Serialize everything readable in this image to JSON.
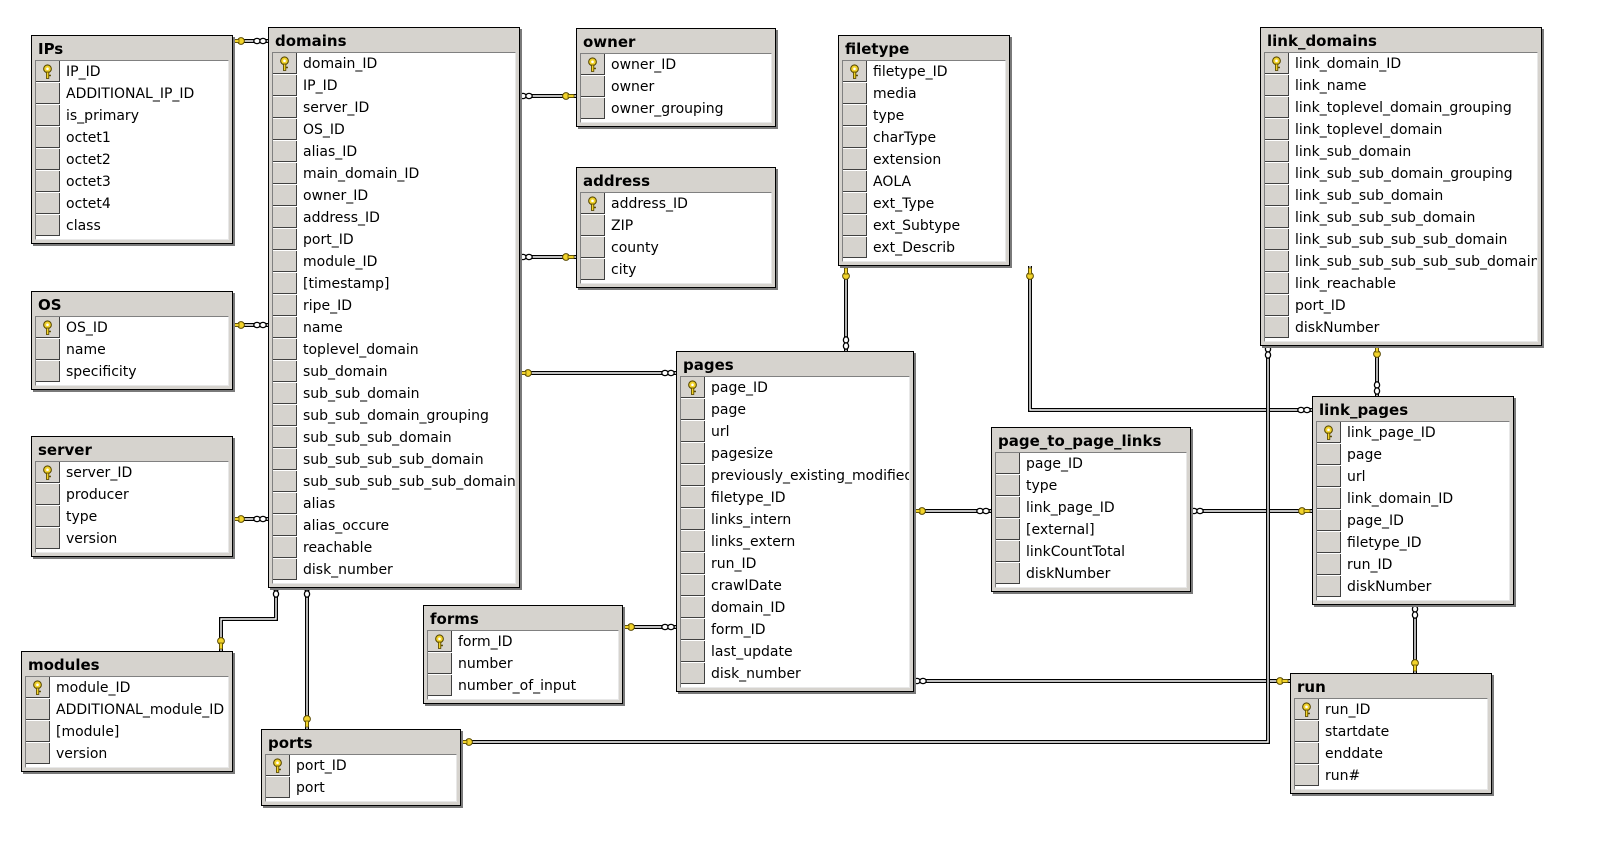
{
  "tables": [
    {
      "id": "ips",
      "title": "IPs",
      "fields": [
        {
          "name": "IP_ID",
          "pk": true
        },
        {
          "name": "ADDITIONAL_IP_ID"
        },
        {
          "name": "is_primary"
        },
        {
          "name": "octet1"
        },
        {
          "name": "octet2"
        },
        {
          "name": "octet3"
        },
        {
          "name": "octet4"
        },
        {
          "name": "class"
        }
      ]
    },
    {
      "id": "os",
      "title": "OS",
      "fields": [
        {
          "name": "OS_ID",
          "pk": true
        },
        {
          "name": "name"
        },
        {
          "name": "specificity"
        }
      ]
    },
    {
      "id": "server",
      "title": "server",
      "fields": [
        {
          "name": "server_ID",
          "pk": true
        },
        {
          "name": "producer"
        },
        {
          "name": "type"
        },
        {
          "name": "version"
        }
      ]
    },
    {
      "id": "modules",
      "title": "modules",
      "fields": [
        {
          "name": "module_ID",
          "pk": true
        },
        {
          "name": "ADDITIONAL_module_ID"
        },
        {
          "name": "[module]"
        },
        {
          "name": "version"
        }
      ]
    },
    {
      "id": "domains",
      "title": "domains",
      "fields": [
        {
          "name": "domain_ID",
          "pk": true
        },
        {
          "name": "IP_ID"
        },
        {
          "name": "server_ID"
        },
        {
          "name": "OS_ID"
        },
        {
          "name": "alias_ID"
        },
        {
          "name": "main_domain_ID"
        },
        {
          "name": "owner_ID"
        },
        {
          "name": "address_ID"
        },
        {
          "name": "port_ID"
        },
        {
          "name": "module_ID"
        },
        {
          "name": "[timestamp]"
        },
        {
          "name": "ripe_ID"
        },
        {
          "name": "name"
        },
        {
          "name": "toplevel_domain"
        },
        {
          "name": "sub_domain"
        },
        {
          "name": "sub_sub_domain"
        },
        {
          "name": "sub_sub_domain_grouping"
        },
        {
          "name": "sub_sub_sub_domain"
        },
        {
          "name": "sub_sub_sub_sub_domain"
        },
        {
          "name": "sub_sub_sub_sub_sub_domain"
        },
        {
          "name": "alias"
        },
        {
          "name": "alias_occure"
        },
        {
          "name": "reachable"
        },
        {
          "name": "disk_number"
        }
      ]
    },
    {
      "id": "ports",
      "title": "ports",
      "fields": [
        {
          "name": "port_ID",
          "pk": true
        },
        {
          "name": "port"
        }
      ]
    },
    {
      "id": "owner",
      "title": "owner",
      "fields": [
        {
          "name": "owner_ID",
          "pk": true
        },
        {
          "name": "owner"
        },
        {
          "name": "owner_grouping"
        }
      ]
    },
    {
      "id": "address",
      "title": "address",
      "fields": [
        {
          "name": "address_ID",
          "pk": true
        },
        {
          "name": "ZIP"
        },
        {
          "name": "county"
        },
        {
          "name": "city"
        }
      ]
    },
    {
      "id": "forms",
      "title": "forms",
      "fields": [
        {
          "name": "form_ID",
          "pk": true
        },
        {
          "name": "number"
        },
        {
          "name": "number_of_input"
        }
      ]
    },
    {
      "id": "filetype",
      "title": "filetype",
      "fields": [
        {
          "name": "filetype_ID",
          "pk": true
        },
        {
          "name": "media"
        },
        {
          "name": "type"
        },
        {
          "name": "charType"
        },
        {
          "name": "extension"
        },
        {
          "name": "AOLA"
        },
        {
          "name": "ext_Type"
        },
        {
          "name": "ext_Subtype"
        },
        {
          "name": "ext_Describ"
        }
      ]
    },
    {
      "id": "pages",
      "title": "pages",
      "fields": [
        {
          "name": "page_ID",
          "pk": true
        },
        {
          "name": "page"
        },
        {
          "name": "url"
        },
        {
          "name": "pagesize"
        },
        {
          "name": "previously_existing_modified"
        },
        {
          "name": "filetype_ID"
        },
        {
          "name": "links_intern"
        },
        {
          "name": "links_extern"
        },
        {
          "name": "run_ID"
        },
        {
          "name": "crawlDate"
        },
        {
          "name": "domain_ID"
        },
        {
          "name": "form_ID"
        },
        {
          "name": "last_update"
        },
        {
          "name": "disk_number"
        }
      ]
    },
    {
      "id": "page_to_page_links",
      "title": "page_to_page_links",
      "fields": [
        {
          "name": "page_ID"
        },
        {
          "name": "type"
        },
        {
          "name": "link_page_ID"
        },
        {
          "name": "[external]"
        },
        {
          "name": "linkCountTotal"
        },
        {
          "name": "diskNumber"
        }
      ]
    },
    {
      "id": "link_domains",
      "title": "link_domains",
      "fields": [
        {
          "name": "link_domain_ID",
          "pk": true
        },
        {
          "name": "link_name"
        },
        {
          "name": "link_toplevel_domain_grouping"
        },
        {
          "name": "link_toplevel_domain"
        },
        {
          "name": "link_sub_domain"
        },
        {
          "name": "link_sub_sub_domain_grouping"
        },
        {
          "name": "link_sub_sub_domain"
        },
        {
          "name": "link_sub_sub_sub_domain"
        },
        {
          "name": "link_sub_sub_sub_sub_domain"
        },
        {
          "name": "link_sub_sub_sub_sub_sub_domain"
        },
        {
          "name": "link_reachable"
        },
        {
          "name": "port_ID"
        },
        {
          "name": "diskNumber"
        }
      ]
    },
    {
      "id": "link_pages",
      "title": "link_pages",
      "fields": [
        {
          "name": "link_page_ID",
          "pk": true
        },
        {
          "name": "page"
        },
        {
          "name": "url"
        },
        {
          "name": "link_domain_ID"
        },
        {
          "name": "page_ID"
        },
        {
          "name": "filetype_ID"
        },
        {
          "name": "run_ID"
        },
        {
          "name": "diskNumber"
        }
      ]
    },
    {
      "id": "run",
      "title": "run",
      "fields": [
        {
          "name": "run_ID",
          "pk": true
        },
        {
          "name": "startdate"
        },
        {
          "name": "enddate"
        },
        {
          "name": "run#"
        }
      ]
    }
  ],
  "relationships": [
    {
      "id": "ips-domains",
      "from": "ips",
      "to": "domains"
    },
    {
      "id": "os-domains",
      "from": "os",
      "to": "domains"
    },
    {
      "id": "server-domains",
      "from": "server",
      "to": "domains"
    },
    {
      "id": "modules-domains",
      "from": "modules",
      "to": "domains"
    },
    {
      "id": "ports-domains",
      "from": "ports",
      "to": "domains"
    },
    {
      "id": "owner-domains",
      "from": "owner",
      "to": "domains"
    },
    {
      "id": "address-domains",
      "from": "address",
      "to": "domains"
    },
    {
      "id": "domains-pages",
      "from": "domains",
      "to": "pages"
    },
    {
      "id": "filetype-pages",
      "from": "filetype",
      "to": "pages"
    },
    {
      "id": "forms-pages",
      "from": "forms",
      "to": "pages"
    },
    {
      "id": "pages-page_to_page_links",
      "from": "pages",
      "to": "page_to_page_links"
    },
    {
      "id": "link_pages-page_to_page_links",
      "from": "link_pages",
      "to": "page_to_page_links"
    },
    {
      "id": "run-pages",
      "from": "run",
      "to": "pages"
    },
    {
      "id": "filetype-link_pages",
      "from": "filetype",
      "to": "link_pages"
    },
    {
      "id": "link_domains-link_pages",
      "from": "link_domains",
      "to": "link_pages"
    },
    {
      "id": "run-link_pages",
      "from": "run",
      "to": "link_pages"
    },
    {
      "id": "ports-link_domains",
      "from": "ports",
      "to": "link_domains"
    }
  ],
  "colors": {
    "title_bg": "#d6d3ce",
    "key": "#f2d32a",
    "line": "#000000"
  }
}
